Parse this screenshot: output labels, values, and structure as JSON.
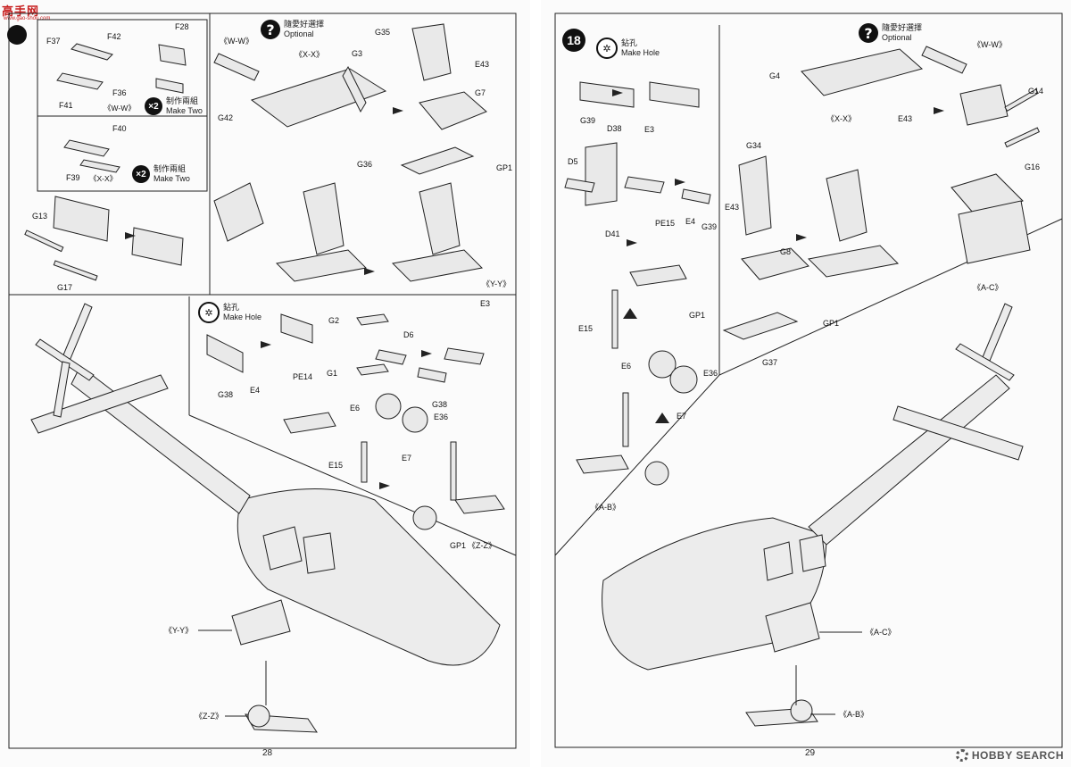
{
  "watermark": {
    "logo": "高手网",
    "url": "www.gao-shou.com"
  },
  "left_page": {
    "page_number": "28",
    "optional_zh": "隨愛好選擇",
    "optional_en": "Optional",
    "make_hole_zh": "鉆孔",
    "make_hole_en": "Make Hole",
    "make_two_zh": "制作兩組",
    "make_two_en": "Make Two",
    "multiplier": "×2",
    "subassembly_labels": [
      "《W-W》",
      "《X-X》"
    ],
    "callouts": [
      "《W-W》",
      "《X-X》",
      "《Y-Y》",
      "《Z-Z》"
    ],
    "parts": {
      "f37": "F37",
      "f42": "F42",
      "f28": "F28",
      "f36": "F36",
      "f41": "F41",
      "f40": "F40",
      "f39": "F39",
      "g35": "G35",
      "g3": "G3",
      "g42": "G42",
      "e43": "E43",
      "g7": "G7",
      "g36": "G36",
      "gp1": "GP1",
      "g13": "G13",
      "g17": "G17",
      "g2": "G2",
      "g1": "G1",
      "d6": "D6",
      "e3": "E3",
      "g38a": "G38",
      "g38b": "G38",
      "pe14": "PE14",
      "e4": "E4",
      "e6": "E6",
      "e36": "E36",
      "e7": "E7",
      "e15": "E15",
      "gp1b": "GP1"
    }
  },
  "right_page": {
    "page_number": "29",
    "step_number": "18",
    "optional_zh": "隨愛好選擇",
    "optional_en": "Optional",
    "make_hole_zh": "鉆孔",
    "make_hole_en": "Make Hole",
    "callouts": [
      "《W-W》",
      "《X-X》",
      "《A-C》",
      "《A-B》"
    ],
    "parts": {
      "g39a": "G39",
      "d38": "D38",
      "e3": "E3",
      "d5": "D5",
      "g39b": "G39",
      "d41": "D41",
      "pe15": "PE15",
      "e4": "E4",
      "gp1": "GP1",
      "e15": "E15",
      "e6": "E6",
      "e36": "E36",
      "e7": "E7",
      "g4": "G4",
      "e43a": "E43",
      "g14": "G14",
      "g16": "G16",
      "g34": "G34",
      "e43b": "E43",
      "g8": "G8",
      "gp1b": "GP1",
      "g37": "G37"
    }
  },
  "site_logo": "HOBBY SEARCH",
  "colors": {
    "line": "#222222",
    "accent_red": "#c71e1e"
  }
}
